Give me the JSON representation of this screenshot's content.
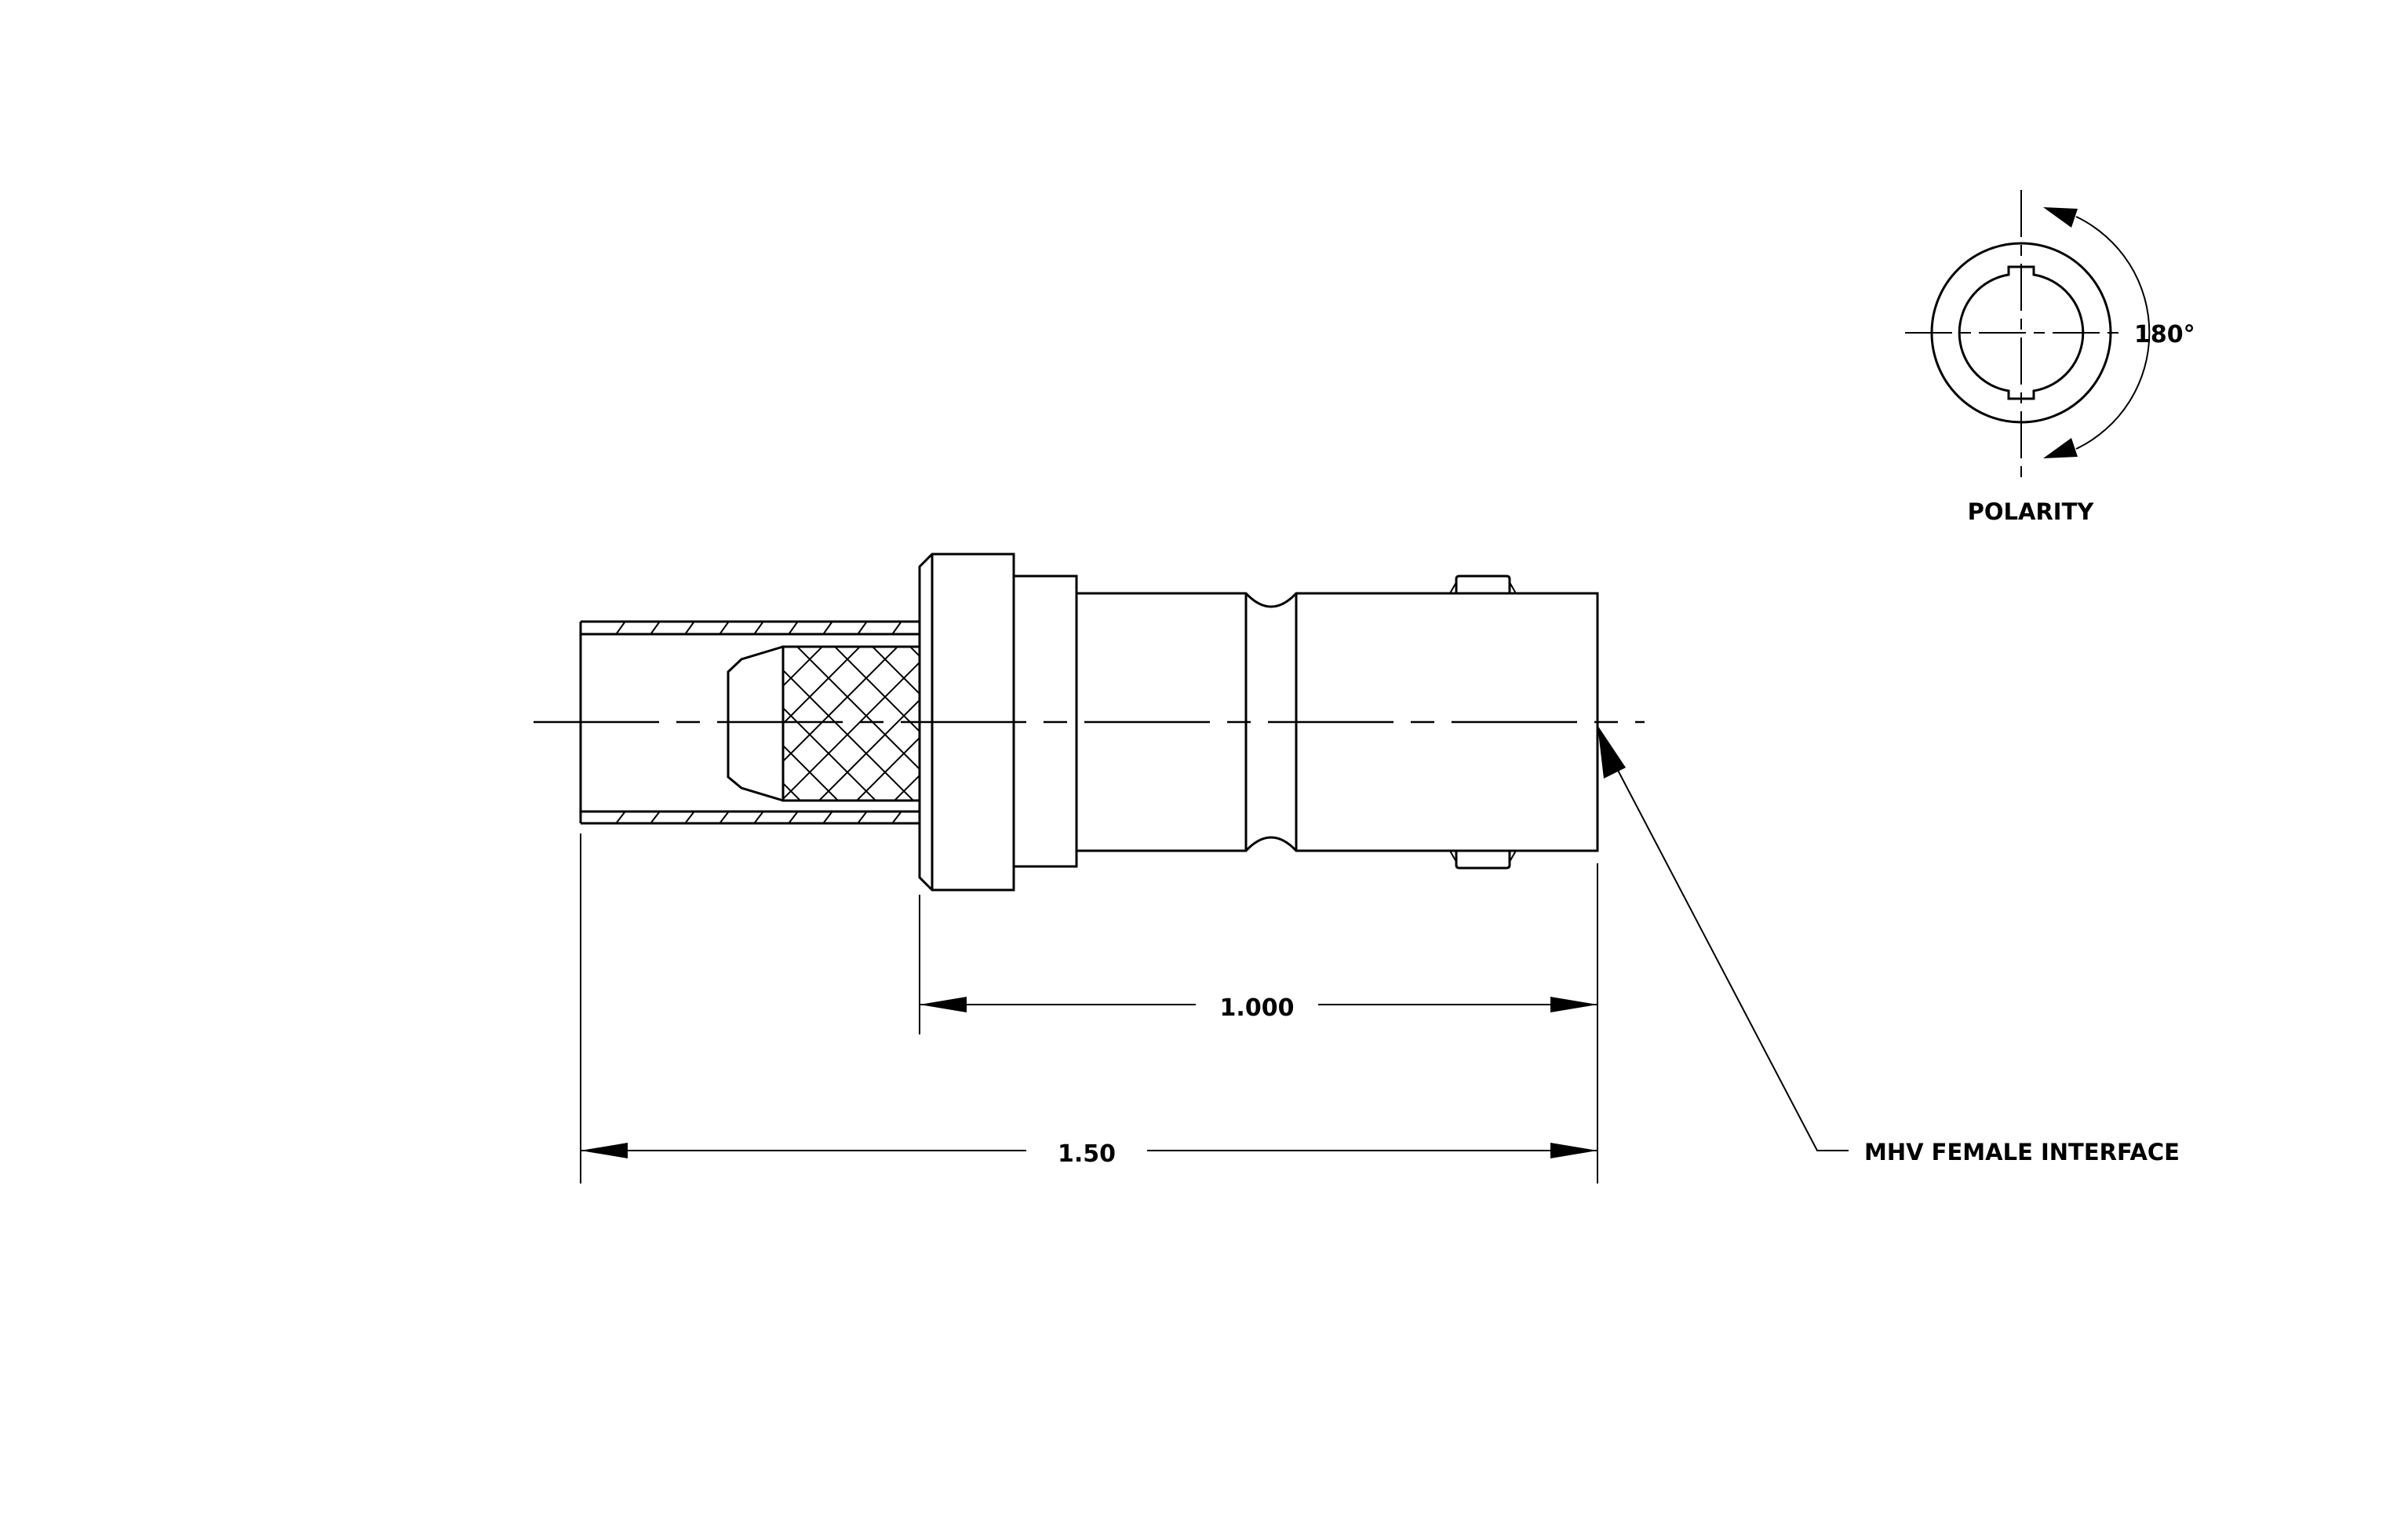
{
  "labels": {
    "dim_body_length": "1.000",
    "dim_overall_length": "1.50",
    "interface_callout": "MHV FEMALE INTERFACE",
    "polarity_title": "POLARITY",
    "polarity_angle": "180°"
  }
}
